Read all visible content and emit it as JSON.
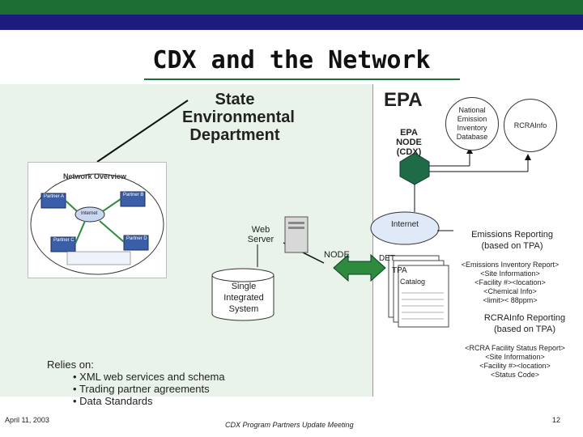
{
  "title": "CDX and the Network",
  "state": {
    "title_lines": [
      "State",
      "Environmental",
      "Department"
    ],
    "network_overview": {
      "title": "Network Overview",
      "nodes": [
        "Partner A",
        "Partner B",
        "Partner C",
        "Partner D",
        "Internet"
      ]
    },
    "web_server": [
      "Web",
      "Server"
    ],
    "node_label": "NODE",
    "single_system": [
      "Single",
      "Integrated",
      "System"
    ]
  },
  "epa": {
    "title": "EPA",
    "node_label": [
      "EPA",
      "NODE",
      "(CDX)"
    ],
    "nei": [
      "National",
      "Emission",
      "Inventory",
      "Database"
    ],
    "rcra": "RCRAInfo",
    "internet": "Internet",
    "det": "DET",
    "tpa": "TPA",
    "catalog": "Catalog"
  },
  "emissions": {
    "title": [
      "Emissions Reporting",
      "(based on TPA)"
    ],
    "xml": [
      "<Emissions Inventory Report>",
      "<Site Information>",
      "<Facility #><location>",
      "<Chemical Info>",
      "<limit>< 88ppm>"
    ]
  },
  "rcra_report": {
    "title": [
      "RCRAInfo Reporting",
      "(based on TPA)"
    ],
    "xml": [
      "<RCRA Facility Status Report>",
      "<Site Information>",
      "<Facility #><location>",
      "<Status Code>"
    ]
  },
  "relies": {
    "label": "Relies on:",
    "items": [
      "XML web services and schema",
      "Trading partner agreements",
      "Data Standards"
    ]
  },
  "footer": {
    "date": "April 11, 2003",
    "center": "CDX Program Partners Update Meeting",
    "page": "12"
  },
  "colors": {
    "top_bar": "#1d6e35",
    "nav_bar": "#1b1c7d",
    "state_panel": "#e9f3e9",
    "node_green": "#2e8b3d",
    "hexagon": "#1f6b48"
  }
}
